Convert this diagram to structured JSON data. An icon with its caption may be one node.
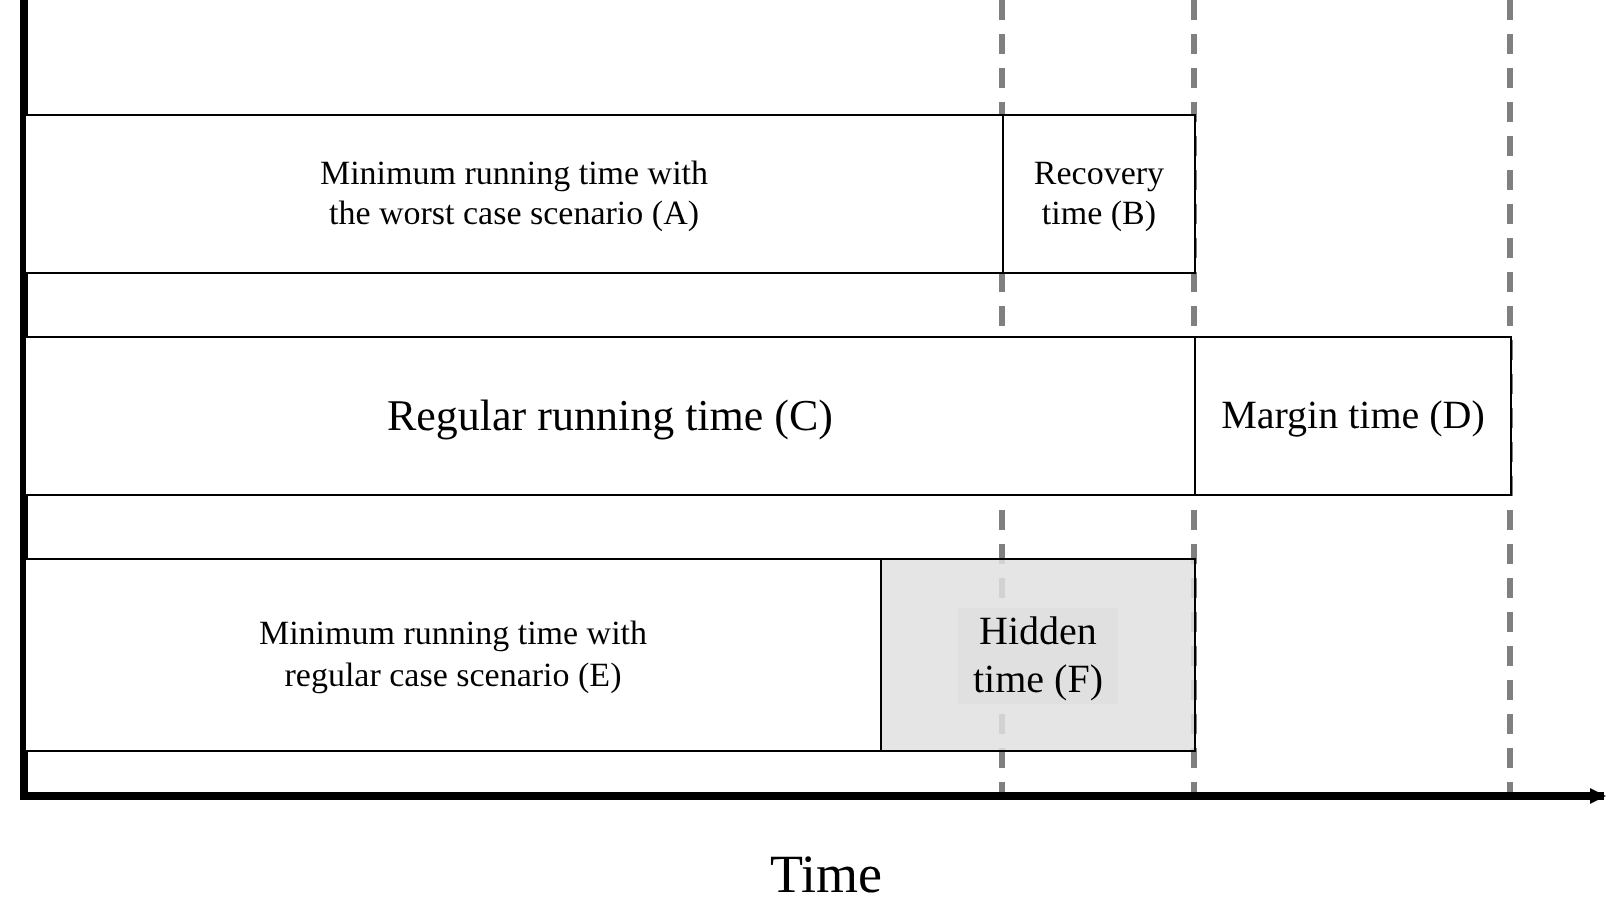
{
  "diagram": {
    "nodes": [
      {
        "text": [
          "Minimum running time with the worst case scenario (A)"
        ]
      },
      {
        "text": [
          "Recovery time (B)"
        ]
      },
      {
        "text": [
          "Regular running time (C)"
        ]
      },
      {
        "text": [
          "Margin time (D)"
        ]
      },
      {
        "text": [
          "Minimum running time with regular case scenario (E)"
        ]
      },
      {
        "text": [
          "Hidden time (F)"
        ]
      }
    ],
    "labels": [
      "Time"
    ]
  }
}
